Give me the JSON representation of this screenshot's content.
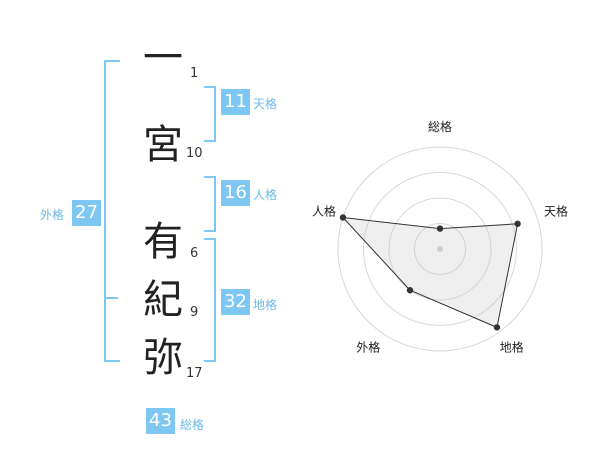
{
  "name": {
    "chars": [
      {
        "char": "一",
        "strokes": "1"
      },
      {
        "char": "宮",
        "strokes": "10"
      },
      {
        "char": "有",
        "strokes": "6"
      },
      {
        "char": "紀",
        "strokes": "9"
      },
      {
        "char": "弥",
        "strokes": "17"
      }
    ]
  },
  "fortune": {
    "tenkaku": {
      "value": "11",
      "label": "天格"
    },
    "jinkaku": {
      "value": "16",
      "label": "人格"
    },
    "chikaku": {
      "value": "32",
      "label": "地格"
    },
    "gaikaku": {
      "value": "27",
      "label": "外格"
    },
    "soukaku": {
      "value": "43",
      "label": "総格"
    }
  },
  "colors": {
    "accent": "#7fc7f3",
    "label": "#6cb8e6"
  },
  "chart_data": {
    "type": "radar",
    "axes": [
      "総格",
      "天格",
      "地格",
      "外格",
      "人格"
    ],
    "values": [
      0.2,
      0.8,
      0.95,
      0.5,
      1.0
    ],
    "rmax": 1.0,
    "rings": 4
  }
}
